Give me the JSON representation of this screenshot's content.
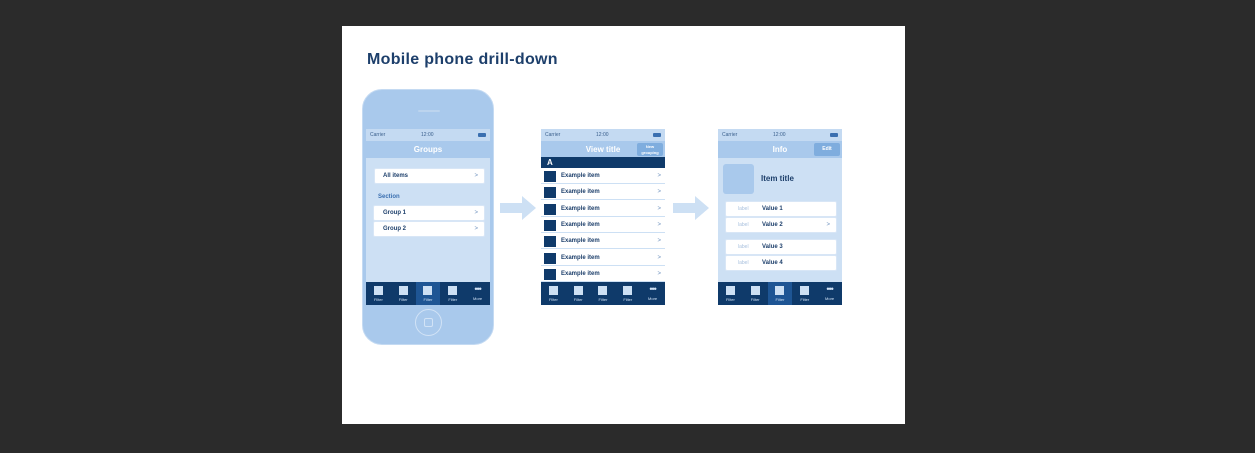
{
  "title": "Mobile phone drill-down",
  "status": {
    "carrier": "Carrier",
    "time": "12:00"
  },
  "screen1": {
    "nav_title": "Groups",
    "all_items": "All items",
    "section": "Section",
    "groups": [
      "Group 1",
      "Group 2"
    ]
  },
  "screen2": {
    "nav_title": "View title",
    "nav_button": "New grouping",
    "section": "A",
    "items": [
      "Example item",
      "Example item",
      "Example item",
      "Example item",
      "Example item",
      "Example item",
      "Example item"
    ]
  },
  "screen3": {
    "nav_title": "Info",
    "edit": "Edit",
    "item_title": "Item title",
    "fields": [
      {
        "label": "label",
        "value": "Value 1"
      },
      {
        "label": "label",
        "value": "Value 2"
      },
      {
        "label": "label",
        "value": "Value 3"
      },
      {
        "label": "label",
        "value": "Value 4"
      }
    ]
  },
  "tabs": [
    "Filter",
    "Filter",
    "Filter",
    "Filter",
    "More"
  ],
  "chevron": ">"
}
